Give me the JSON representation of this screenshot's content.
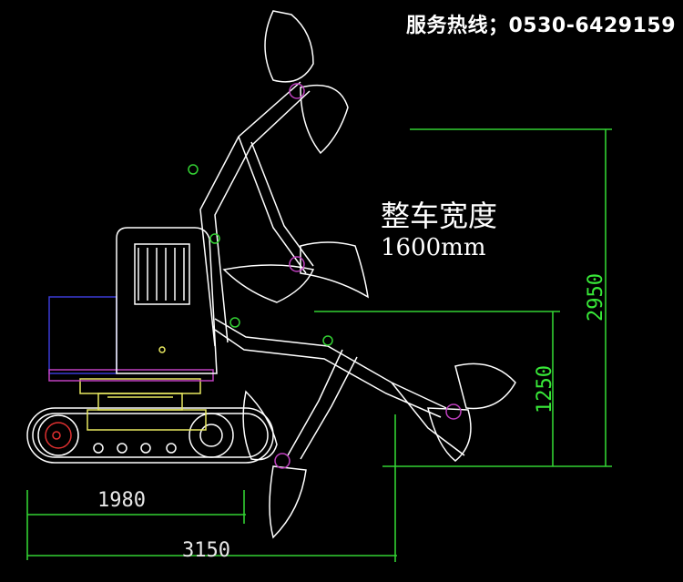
{
  "header": {
    "hotline": "服务热线；0530-6429159"
  },
  "width_note": {
    "title": "整车宽度",
    "value": "1600mm"
  },
  "dimensions": {
    "length_1980": "1980",
    "length_3150": "3150",
    "height_1250": "1250",
    "height_2950": "2950"
  },
  "colors": {
    "background": "#000000",
    "linework": "#ffffff",
    "dimension": "#33d133",
    "accent_blue": "#3b3bd6",
    "accent_magenta": "#c040c0",
    "accent_yellow": "#e8e860",
    "accent_red": "#e03030"
  }
}
